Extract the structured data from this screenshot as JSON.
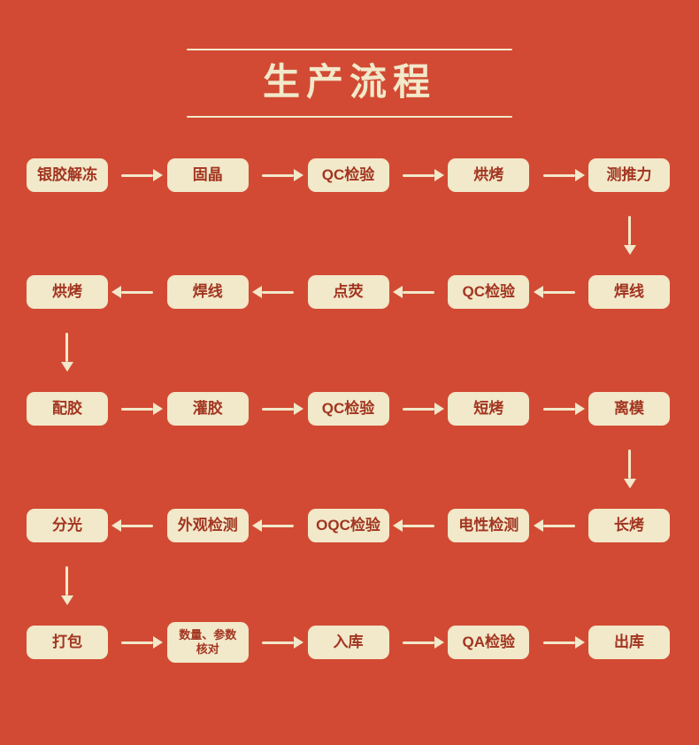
{
  "title": "生产流程",
  "colors": {
    "bg": "#d24a33",
    "box_bg": "#f2e8ca",
    "box_text": "#a23520",
    "accent": "#f2e8ca"
  },
  "rows": [
    {
      "direction": "right",
      "nodes": [
        "银胶解冻",
        "固晶",
        "QC检验",
        "烘烤",
        "测推力"
      ]
    },
    {
      "direction": "left",
      "nodes": [
        "烘烤",
        "焊线",
        "点荧",
        "QC检验",
        "焊线"
      ]
    },
    {
      "direction": "right",
      "nodes": [
        "配胶",
        "灌胶",
        "QC检验",
        "短烤",
        "离模"
      ]
    },
    {
      "direction": "left",
      "nodes": [
        "分光",
        "外观检测",
        "OQC检验",
        "电性检测",
        "长烤"
      ]
    },
    {
      "direction": "right",
      "nodes": [
        "打包",
        "数量、参数\n核对",
        "入库",
        "QA检验",
        "出库"
      ]
    }
  ],
  "connectors": [
    {
      "after_row": 1,
      "side": "right",
      "direction": "down"
    },
    {
      "after_row": 2,
      "side": "left",
      "direction": "down"
    },
    {
      "after_row": 3,
      "side": "right",
      "direction": "down"
    },
    {
      "after_row": 4,
      "side": "left",
      "direction": "down"
    }
  ]
}
